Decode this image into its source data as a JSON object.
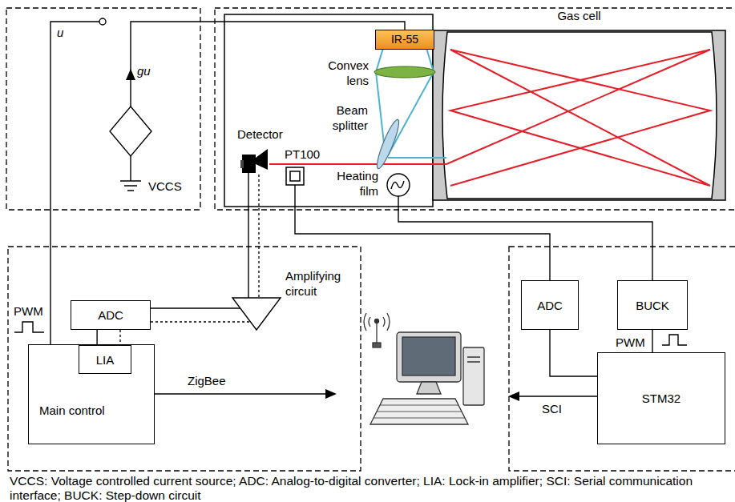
{
  "diagram": {
    "caption": "VCCS: Voltage controlled current source; ADC: Analog-to-digital converter; LIA: Lock-in amplifier; SCI: Serial communication interface; BUCK: Step-down circuit",
    "nodes": [
      {
        "text": [
          "VCCS"
        ]
      },
      {
        "text": [
          "IR-55"
        ]
      },
      {
        "text": [
          "Convex lens"
        ]
      },
      {
        "text": [
          "Beam splitter"
        ]
      },
      {
        "text": [
          "Detector"
        ]
      },
      {
        "text": [
          "PT100"
        ]
      },
      {
        "text": [
          "Heating film"
        ]
      },
      {
        "text": [
          "Gas cell"
        ]
      },
      {
        "text": [
          "Amplifying circuit"
        ]
      },
      {
        "text": [
          "ADC"
        ]
      },
      {
        "text": [
          "Main control"
        ]
      },
      {
        "text": [
          "LIA"
        ],
        "in": 10
      },
      {
        "text": [
          "ADC"
        ]
      },
      {
        "text": [
          "BUCK"
        ]
      },
      {
        "text": [
          "STM32"
        ]
      }
    ],
    "edges": [
      {
        "from": 0,
        "to": 1,
        "arrow": "none"
      },
      {
        "from": 4,
        "to": 8,
        "arrow": "none"
      },
      {
        "from": 8,
        "to": 9,
        "arrow": "none"
      },
      {
        "from": 9,
        "to": 11,
        "arrow": "none"
      },
      {
        "from": 5,
        "to": 12,
        "arrow": "none"
      },
      {
        "from": 6,
        "to": 13,
        "arrow": "none"
      },
      {
        "from": 12,
        "to": 14,
        "arrow": "none"
      },
      {
        "from": 13,
        "to": 14,
        "arrow": "none"
      }
    ],
    "labels": [
      "u",
      "gu",
      "PWM",
      "PWM",
      "ZigBee",
      "SCI"
    ]
  }
}
